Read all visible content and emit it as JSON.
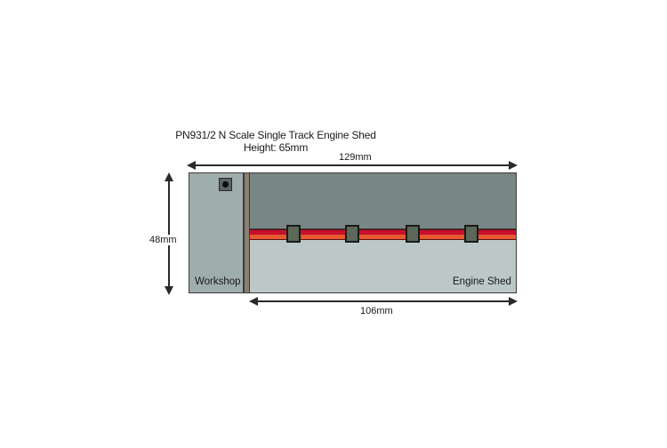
{
  "diagram": {
    "title": "PN931/2 N Scale Single Track Engine Shed",
    "subtitle": "Height: 65mm",
    "dimensions": {
      "overall_length": "129mm",
      "width": "48mm",
      "engine_shed_length": "106mm"
    },
    "zones": {
      "workshop": "Workshop",
      "engine_shed": "Engine Shed"
    },
    "sleeper_count": 4,
    "colors": {
      "workshop": "#a0adad",
      "divider": "#8a8070",
      "roof": "#798686",
      "floor": "#bcc7c7",
      "rail_red": "#c8102e",
      "rail_orange": "#e65a2e",
      "sleeper": "#5c6858"
    }
  }
}
